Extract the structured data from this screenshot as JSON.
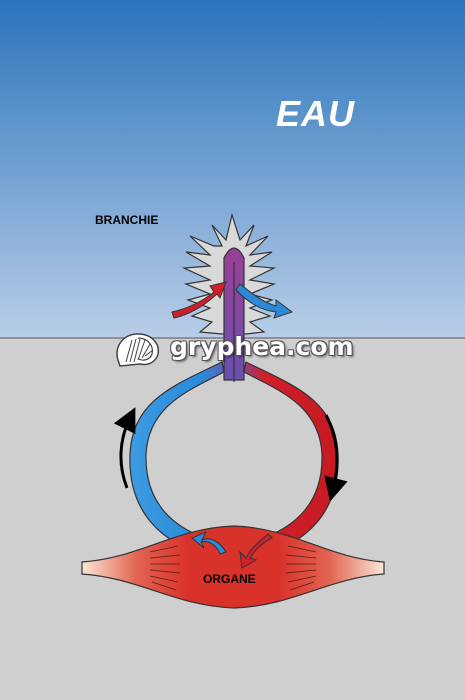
{
  "labels": {
    "water": "EAU",
    "gill": "BRANCHIE",
    "organ": "ORGANE"
  },
  "watermark": {
    "text": "gryphea.com"
  },
  "colors": {
    "sky_top": "#2a74bb",
    "sky_bottom": "#b9cde8",
    "ground": "#cfcfcf",
    "oxygenated": "#d0202a",
    "deoxygenated": "#2a8ad8",
    "mixed": "#8e3f9a",
    "gill_fill": "#d9d9d9",
    "organ": "#d8322b"
  },
  "icons": [
    "ammonite-logo-icon",
    "arrow-in-red-icon",
    "arrow-out-blue-icon",
    "circulation-arrow-up-icon",
    "circulation-arrow-down-icon"
  ]
}
